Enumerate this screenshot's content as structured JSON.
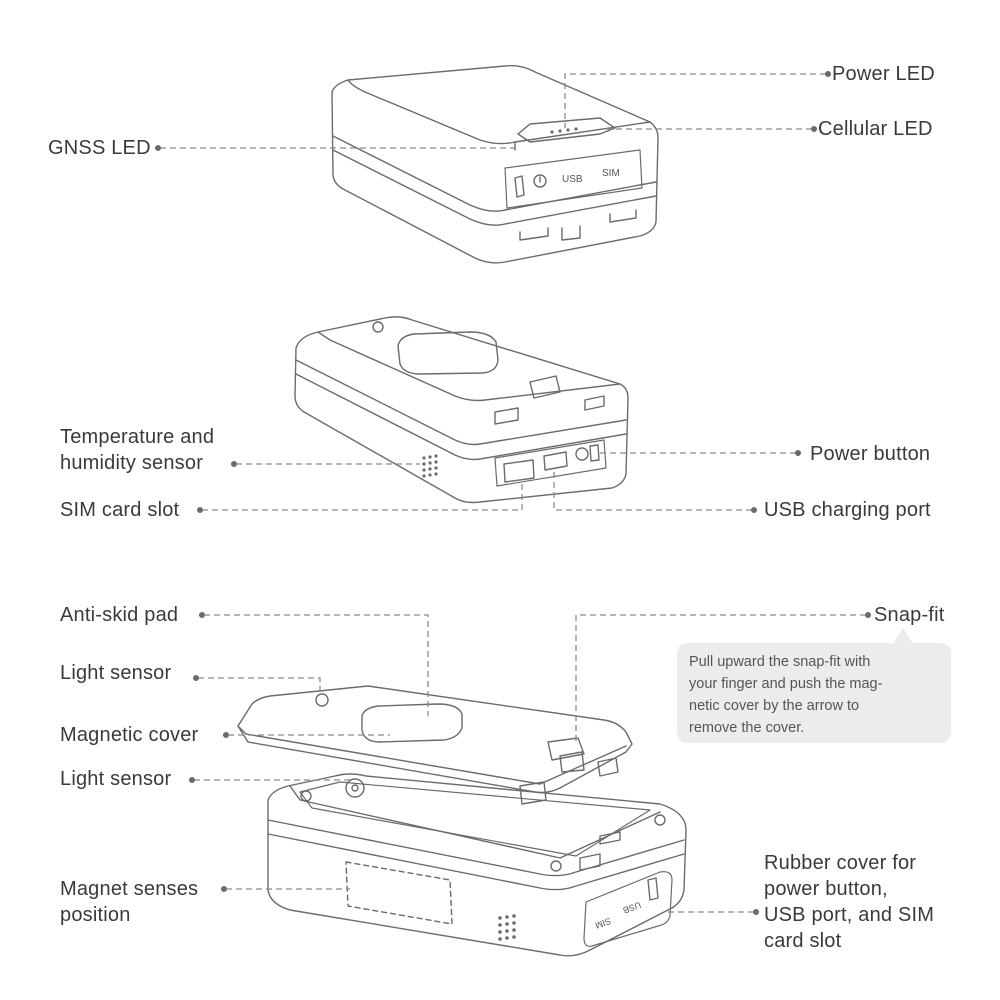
{
  "labels": {
    "power_led": "Power LED",
    "cellular_led": "Cellular LED",
    "gnss_led": "GNSS LED",
    "temp_humidity_sensor": "Temperature and\nhumidity sensor",
    "power_button": "Power button",
    "sim_card_slot": "SIM card slot",
    "usb_charging_port": "USB charging port",
    "anti_skid_pad": "Anti-skid pad",
    "snap_fit": "Snap-fit",
    "light_sensor_top": "Light sensor",
    "magnetic_cover": "Magnetic cover",
    "light_sensor_bottom": "Light sensor",
    "magnet_senses_position": "Magnet senses\nposition",
    "rubber_cover": "Rubber cover for\npower button,\nUSB port, and SIM\ncard slot"
  },
  "snap_fit_note": "Pull upward the snap-fit with\nyour finger and push the mag-\nnetic cover by the arrow to\nremove the cover.",
  "device_markings": {
    "usb": "USB",
    "sim": "SIM",
    "usb_rotated": "USB",
    "sim_rotated": "SIM"
  },
  "colors": {
    "line": "#6b6b6b",
    "leader": "#8a8a8a",
    "text": "#3a3a3a",
    "note_bg": "#ececec"
  }
}
